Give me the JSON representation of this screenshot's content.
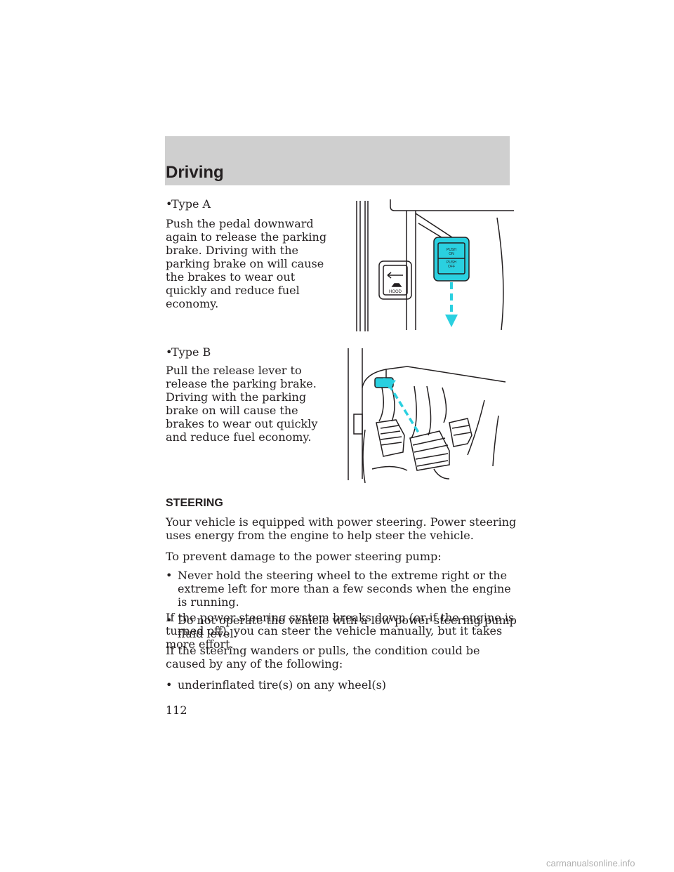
{
  "header": {
    "section_title": "Driving"
  },
  "type_a": {
    "label": "Type A",
    "text": "Push the pedal downward again to release the parking brake. Driving with the parking brake on will cause the brakes to wear out quickly and reduce fuel economy."
  },
  "figure_a": {
    "pedal_top_label_1": "PUSH",
    "pedal_top_label_2": "ON",
    "pedal_bottom_label_1": "PUSH",
    "pedal_bottom_label_2": "OFF",
    "hood_label": "HOOD",
    "accent_color": "#2ad0e0"
  },
  "type_b": {
    "label": "Type B",
    "text": "Pull the release lever to release the parking brake. Driving with the parking brake on will cause the brakes to wear out quickly and reduce fuel economy."
  },
  "steering": {
    "heading": "STEERING",
    "intro": "Your vehicle is equipped with power steering. Power steering uses energy from the engine to help steer the vehicle.",
    "prevent_intro": "To prevent damage to the power steering pump:",
    "bullets": [
      "Never hold the steering wheel to the extreme right or the extreme left for more than a few seconds when the engine is running.",
      "Do not operate the vehicle with a low power steering pump fluid level."
    ],
    "breakdown": "If the power steering system breaks down (or if the engine is turned off), you can steer the vehicle manually, but it takes more effort.",
    "wander_intro": "If the steering wanders or pulls, the condition could be caused by any of the following:",
    "wander_bullets": [
      "underinflated tire(s) on any wheel(s)"
    ]
  },
  "page_number": "112",
  "footer": {
    "watermark": "carmanualsonline.info"
  }
}
